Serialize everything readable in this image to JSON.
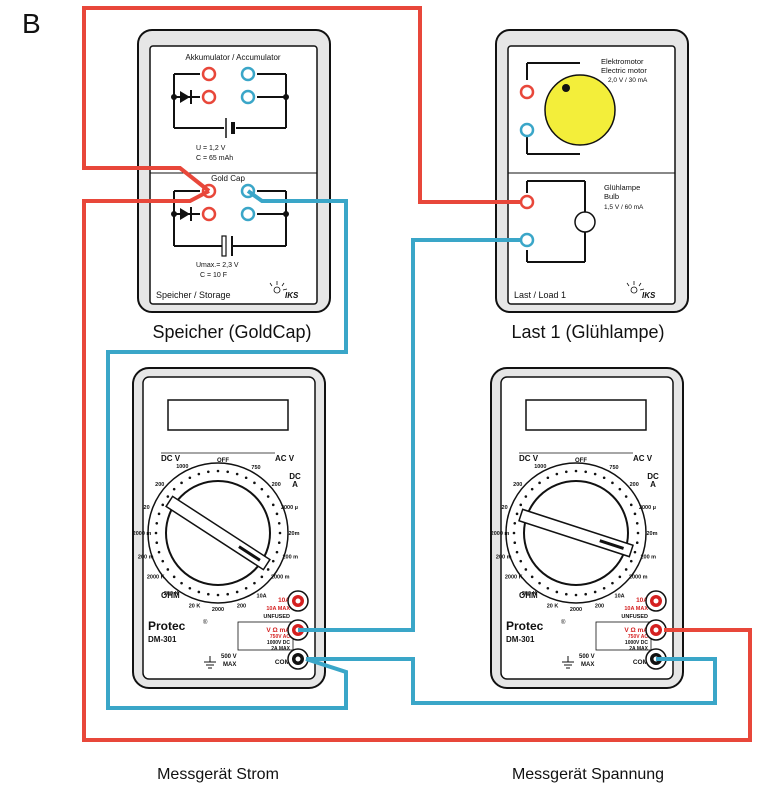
{
  "figure_label": "B",
  "storage_module": {
    "accumulator_title": "Akkumulator / Accumulator",
    "accumulator_voltage": "U = 1,2 V",
    "accumulator_capacity": "C =  65 mAh",
    "goldcap_title": "Gold Cap",
    "goldcap_voltage": "Umax.= 2,3 V",
    "goldcap_capacity": "C = 10 F",
    "footer_label": "Speicher / Storage",
    "brand": "IKS",
    "caption": "Speicher (GoldCap)"
  },
  "load_module": {
    "motor_title_de": "Elektromotor",
    "motor_title_en": "Electric motor",
    "motor_rating": "2,0 V / 30 mA",
    "bulb_title_de": "Glühlampe",
    "bulb_title_en": "Bulb",
    "bulb_rating": "1,5 V / 60 mA",
    "footer_label": "Last / Load 1",
    "brand": "IKS",
    "caption": "Last 1 (Glühlampe)"
  },
  "meters": [
    {
      "caption": "Messgerät Strom",
      "brand": "Protec",
      "model": "DM-301",
      "dc_v": "DC V",
      "ac_v": "AC V",
      "dc_a": "DC",
      "dc_a2": "A",
      "ohm": "OHM",
      "off": "OFF",
      "jack_10a": "10A",
      "jack_10a_max": "10A MAX",
      "unfused": "UNFUSED",
      "jack_v": "V  Ω  mA",
      "v_max_ac": "750V AC",
      "v_max_dc": "1000V DC",
      "a_max": "2A MAX",
      "com": "COM",
      "warn": "500 V",
      "warn_max": "MAX"
    },
    {
      "caption": "Messgerät Spannung",
      "brand": "Protec",
      "model": "DM-301",
      "dc_v": "DC V",
      "ac_v": "AC V",
      "dc_a": "DC",
      "dc_a2": "A",
      "ohm": "OHM",
      "off": "OFF",
      "jack_10a": "10A",
      "jack_10a_max": "10A MAX",
      "unfused": "UNFUSED",
      "jack_v": "V  Ω  mA",
      "v_max_ac": "750V AC",
      "v_max_dc": "1000V DC",
      "a_max": "2A MAX",
      "com": "COM",
      "warn": "500 V",
      "warn_max": "MAX"
    }
  ],
  "dial_labels": [
    "1000",
    "200",
    "20",
    "2000 m",
    "200 m",
    "2000 K",
    "200 K",
    "20 K",
    "2000",
    "200",
    "750",
    "200",
    "2000 µ",
    "20m",
    "200 m",
    "2000 m",
    "10A"
  ],
  "colors": {
    "wire_red": "#e8473a",
    "wire_blue": "#3aa6c8",
    "jack_red": "#d42020",
    "jack_blue": "#2aa7c0",
    "motor_yellow": "#f3ee3a",
    "panel_gray": "#e6e6e6"
  }
}
